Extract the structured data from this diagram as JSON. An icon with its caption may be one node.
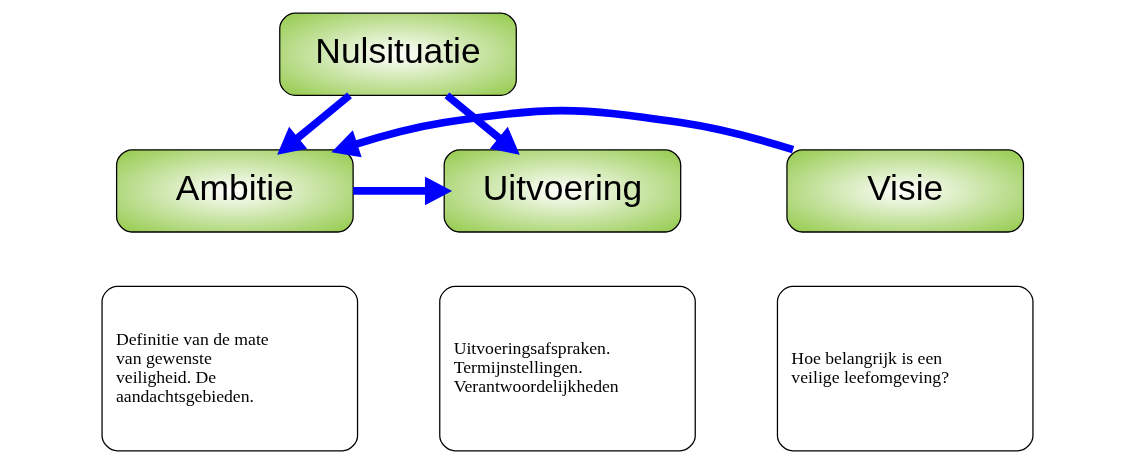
{
  "diagram": {
    "nodes": [
      {
        "text": [
          "Nulsituatie"
        ]
      },
      {
        "text": [
          "Visie"
        ]
      },
      {
        "text": [
          "Ambitie"
        ]
      },
      {
        "text": [
          "Uitvoering"
        ]
      },
      {
        "text": [
          "Hoe belangrijk is een veilige leefomgeving?"
        ]
      },
      {
        "text": [
          "Definitie van de mate van gewenste veiligheid. De aandachtsgebieden."
        ]
      },
      {
        "text": [
          "Uitvoeringsafspraken. Termijnstellingen. Verantwoordelijkheden"
        ]
      }
    ],
    "edges": [
      {
        "from": 0,
        "to": 2,
        "arrow": "to"
      },
      {
        "from": 0,
        "to": 3,
        "arrow": "to"
      },
      {
        "from": 1,
        "to": 2,
        "arrow": "to"
      },
      {
        "from": 2,
        "to": 3,
        "arrow": "to"
      }
    ]
  }
}
